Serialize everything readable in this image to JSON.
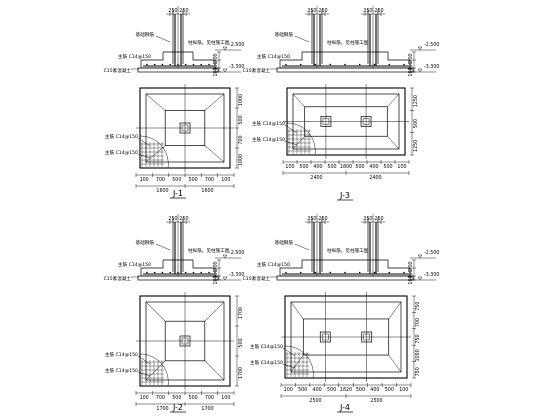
{
  "drawings": [
    {
      "id": "J-1",
      "label": "J-1",
      "cols": 1,
      "sec_top": [
        "250",
        "250"
      ],
      "sec_elev": [
        "-2.500",
        "-3.300"
      ],
      "sec_side": [
        "300",
        "400",
        "100"
      ],
      "sec_notes": [
        "基础钢筋",
        "柱纵筋，见柱施工图",
        "C15素混凝土",
        "垫层",
        "主筋 C14@150"
      ],
      "plan_right": [
        "1000",
        "500",
        "700",
        "1000"
      ],
      "plan_notes": [
        "主筋 C14@150",
        "主筋 C14@150"
      ],
      "plan_bot1": [
        "100",
        "700",
        "500",
        "500",
        "700",
        "100"
      ],
      "plan_bot2": [
        "1600",
        "1600"
      ]
    },
    {
      "id": "J-3",
      "label": "J-3",
      "cols": 2,
      "sec_top": [
        "250",
        "250",
        "250",
        "250"
      ],
      "sec_elev": [
        "-2.500",
        "-3.300"
      ],
      "sec_side": [
        "300",
        "400",
        "100"
      ],
      "sec_notes": [
        "基础钢筋",
        "柱纵筋，见柱施工图",
        "C15素混凝土",
        "垫层",
        "主筋 C14@150"
      ],
      "plan_right": [
        "1250",
        "500",
        "1250"
      ],
      "plan_notes": [
        "主筋 C14@150",
        "主筋 C14@150"
      ],
      "plan_bot1": [
        "100",
        "500",
        "400",
        "500",
        "1800",
        "500",
        "400",
        "500",
        "100"
      ],
      "plan_bot2": [
        "2400",
        "2400"
      ]
    },
    {
      "id": "J-2",
      "label": "J-2",
      "cols": 1,
      "sec_top": [
        "250",
        "250"
      ],
      "sec_elev": [
        "-2.500",
        "-3.300"
      ],
      "sec_side": [
        "300",
        "400",
        "100"
      ],
      "sec_notes": [
        "基础钢筋",
        "柱纵筋，见柱施工图",
        "C15素混凝土",
        "垫层",
        "主筋 C14@150"
      ],
      "plan_right": [
        "1700",
        "500",
        "1700"
      ],
      "plan_notes": [
        "主筋 C14@150",
        "主筋 C14@150"
      ],
      "plan_bot1": [
        "100",
        "700",
        "500",
        "500",
        "700",
        "100"
      ],
      "plan_bot2": [
        "1700",
        "1700"
      ]
    },
    {
      "id": "J-4",
      "label": "J-4",
      "cols": 2,
      "sec_top": [
        "250",
        "250",
        "250",
        "250"
      ],
      "sec_elev": [
        "-2.500",
        "-3.300"
      ],
      "sec_side": [
        "300",
        "400",
        "100"
      ],
      "sec_notes": [
        "基础钢筋",
        "柱纵筋，见柱施工图",
        "C15素混凝土",
        "垫层",
        "主筋 C14@150"
      ],
      "plan_right": [
        "750",
        "700",
        "750",
        "1050",
        "750"
      ],
      "plan_notes": [
        "主筋 C14@150",
        "主筋 C14@150"
      ],
      "plan_bot1": [
        "100",
        "500",
        "400",
        "500",
        "1820",
        "500",
        "400",
        "500",
        "100"
      ],
      "plan_bot2": [
        "2500",
        "2500"
      ]
    }
  ]
}
